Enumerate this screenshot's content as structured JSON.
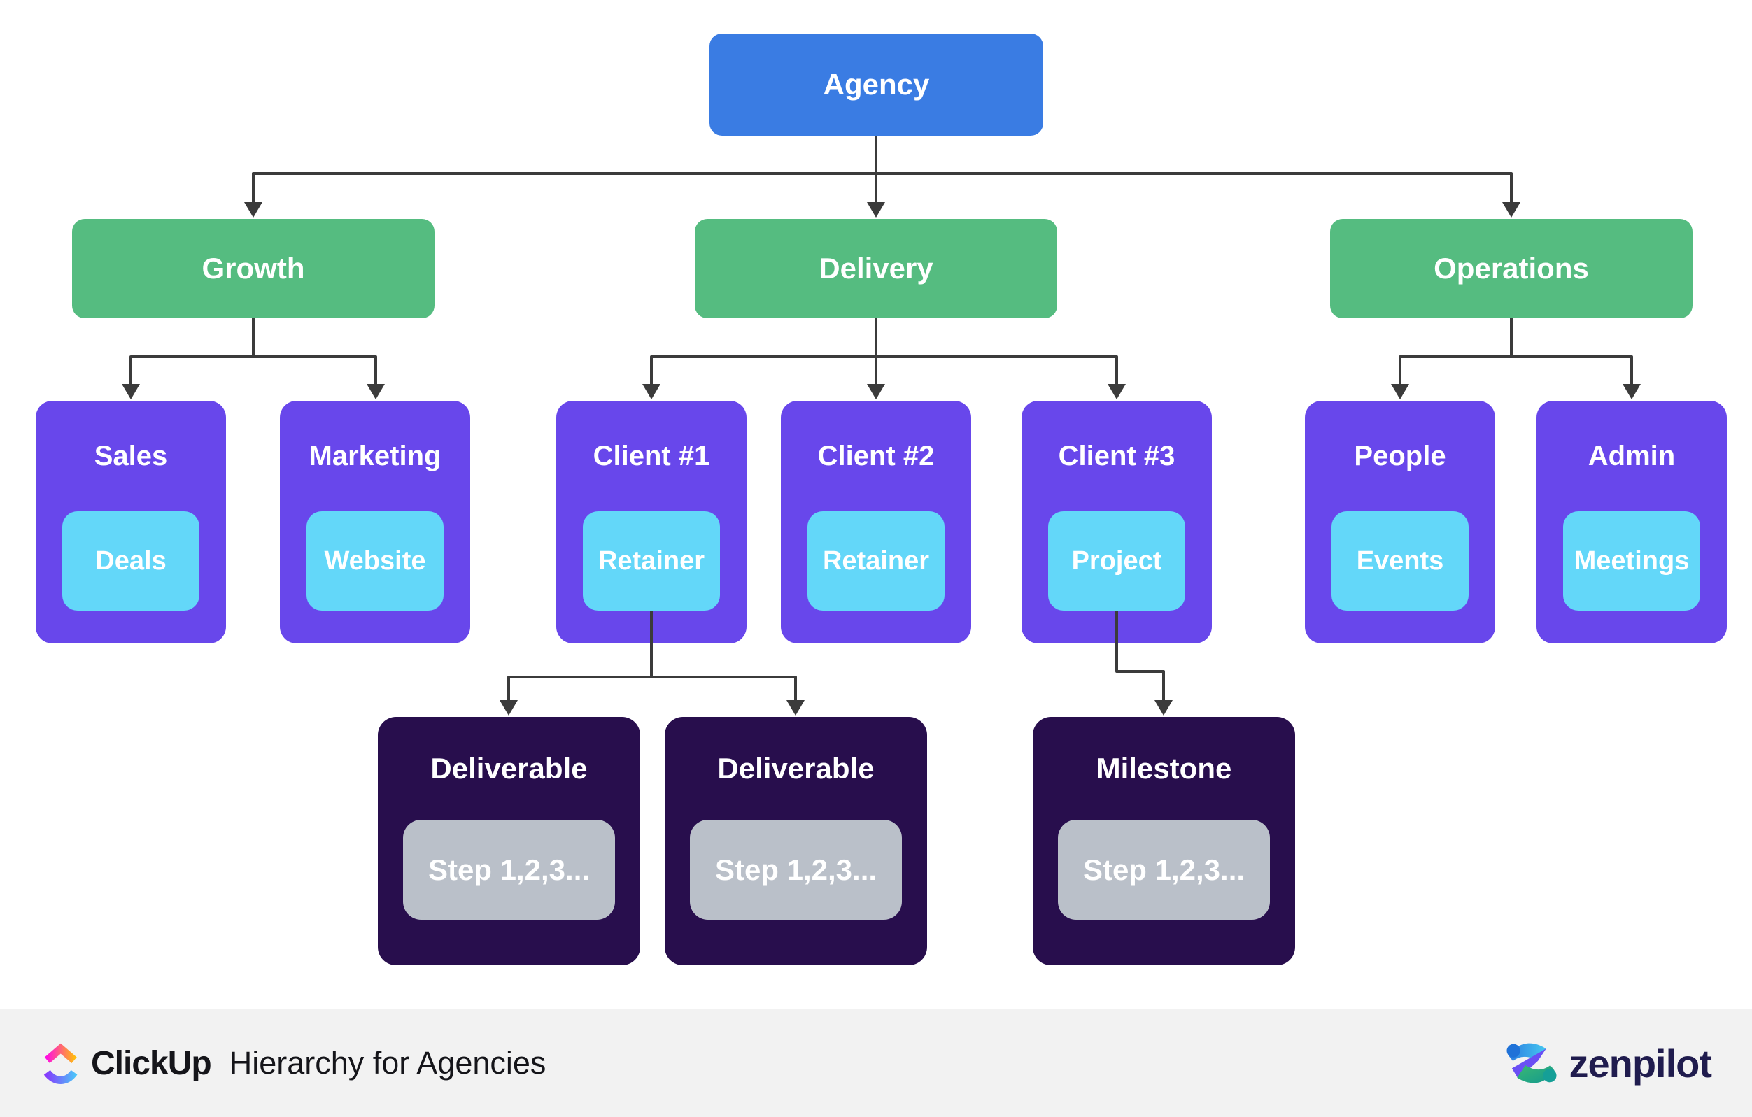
{
  "diagram": {
    "root": {
      "label": "Agency"
    },
    "branches": [
      {
        "label": "Growth"
      },
      {
        "label": "Delivery"
      },
      {
        "label": "Operations"
      }
    ],
    "cards": [
      {
        "title": "Sales",
        "sub": "Deals"
      },
      {
        "title": "Marketing",
        "sub": "Website"
      },
      {
        "title": "Client #1",
        "sub": "Retainer"
      },
      {
        "title": "Client #2",
        "sub": "Retainer"
      },
      {
        "title": "Client #3",
        "sub": "Project"
      },
      {
        "title": "People",
        "sub": "Events"
      },
      {
        "title": "Admin",
        "sub": "Meetings"
      }
    ],
    "leaves": [
      {
        "title": "Deliverable",
        "sub": "Step 1,2,3..."
      },
      {
        "title": "Deliverable",
        "sub": "Step 1,2,3..."
      },
      {
        "title": "Milestone",
        "sub": "Step 1,2,3..."
      }
    ]
  },
  "footer": {
    "clickup_wordmark": "ClickUp",
    "caption": "Hierarchy for Agencies",
    "zenpilot_wordmark": "zenpilot"
  },
  "icons": {
    "clickup_logo": "clickup-logo-icon",
    "zenpilot_logo": "zenpilot-logo-icon"
  },
  "colors": {
    "canvas_bg": "#FFFFFF",
    "root_box": "#3A7CE3",
    "branch_box": "#55BC80",
    "card_box": "#6847EB",
    "card_sub_box": "#63D7F9",
    "leaf_box": "#280E4D",
    "leaf_sub_box": "#BAC0C9",
    "connector": "#3B3B3B",
    "box_text": "#FFFFFF",
    "footer_bg": "#F2F2F2",
    "footer_text": "#15151A",
    "zenpilot_text": "#201C4E"
  }
}
